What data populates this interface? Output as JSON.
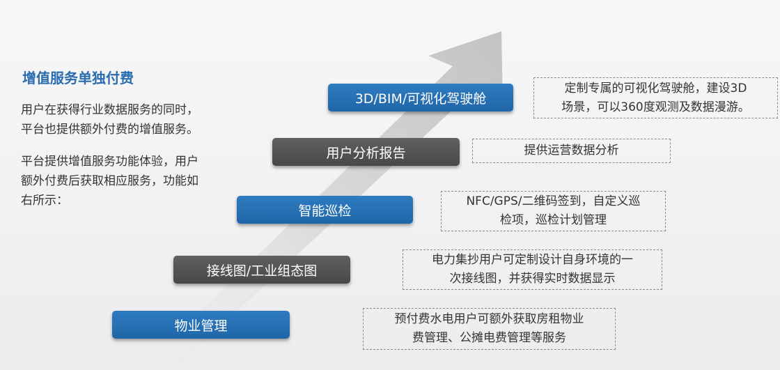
{
  "left": {
    "title": "增值服务单独付费",
    "para1": [
      "用户在获得行业数据服务的同时，",
      "平台也提供额外付费的增值服务。"
    ],
    "para2": [
      "平台提供增值服务功能体验，用户",
      "额外付费后获取相应服务，功能如",
      "右所示："
    ]
  },
  "items": [
    {
      "label": "3D/BIM/可视化驾驶舱",
      "desc": [
        "定制专属的可视化驾驶舱，建设3D",
        "场景，可以360度观测及数据漫游。"
      ]
    },
    {
      "label": "用户分析报告",
      "desc": [
        "提供运营数据分析"
      ]
    },
    {
      "label": "智能巡检",
      "desc": [
        "NFC/GPS/二维码签到，自定义巡",
        "检项，巡检计划管理"
      ]
    },
    {
      "label": "接线图/工业组态图",
      "desc": [
        "电力集抄用户可定制设计自身环境的一",
        "次接线图，并获得实时数据显示"
      ]
    },
    {
      "label": "物业管理",
      "desc": [
        "预付费水电用户可额外获取房租物业",
        "费管理、公摊电费管理等服务"
      ]
    }
  ],
  "colors": {
    "blue": "#2a6cb0",
    "gray": "#555555"
  }
}
